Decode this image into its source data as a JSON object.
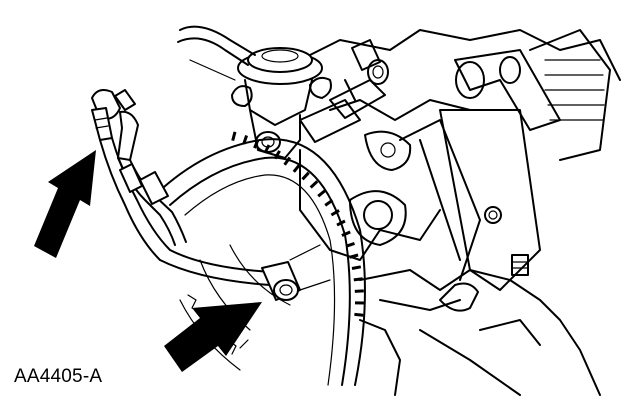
{
  "figure": {
    "label": "AA4405-A"
  },
  "colors": {
    "ink": "#000000",
    "paper": "#ffffff"
  },
  "callouts": [
    {
      "name": "arrow-upper-left",
      "points_to": "tube-fitting-upper"
    },
    {
      "name": "arrow-lower-middle",
      "points_to": "tube-fitting-lower"
    }
  ]
}
